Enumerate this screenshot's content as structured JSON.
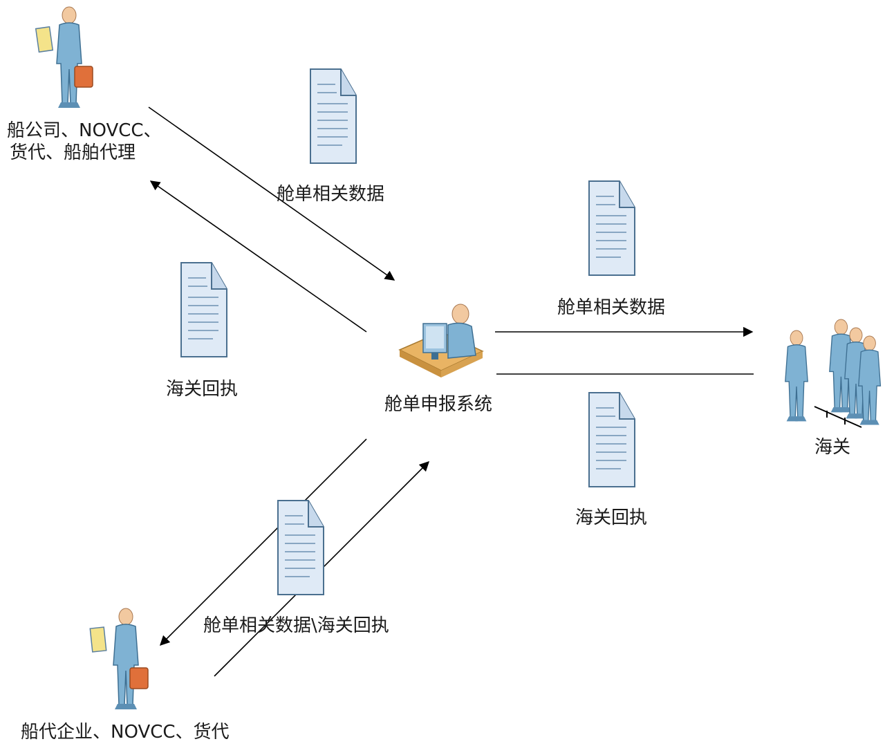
{
  "nodes": {
    "shipping_company": {
      "label_line1": "船公司、NOVCC、",
      "label_line2": "货代、船舶代理"
    },
    "system": {
      "label": "舱单申报系统"
    },
    "customs": {
      "label": "海关"
    },
    "agent": {
      "label": "船代企业、NOVCC、货代"
    }
  },
  "messages": {
    "top_left_data": "舱单相关数据",
    "left_receipt": "海关回执",
    "right_data": "舱单相关数据",
    "right_receipt": "海关回执",
    "bottom_combined": "舱单相关数据\\海关回执"
  },
  "colors": {
    "figure": "#7fb2d3",
    "document": "#dfeaf6",
    "briefcase": "#e0703a",
    "desk": "#e9b464",
    "line": "#000000"
  }
}
